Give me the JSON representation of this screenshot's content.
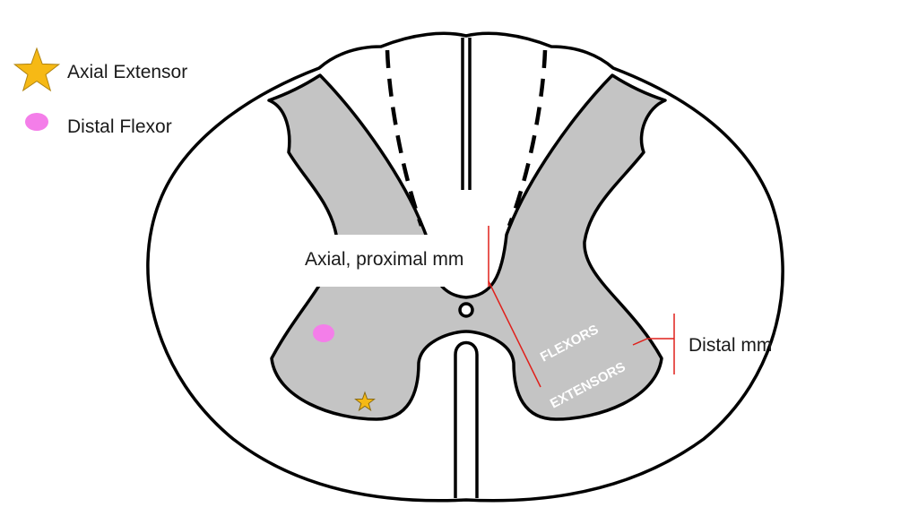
{
  "legend": {
    "star_label": "Axial Extensor",
    "dot_label": "Distal Flexor"
  },
  "labels": {
    "axial_proximal": "Axial, proximal mm",
    "distal": "Distal mm",
    "flexors": "FLEXORS",
    "extensors": "EXTENSORS"
  },
  "colors": {
    "gray_matter": "#c4c4c4",
    "star": "#f6b915",
    "dot": "#f47ee9",
    "pointer_line": "#e0201b"
  }
}
